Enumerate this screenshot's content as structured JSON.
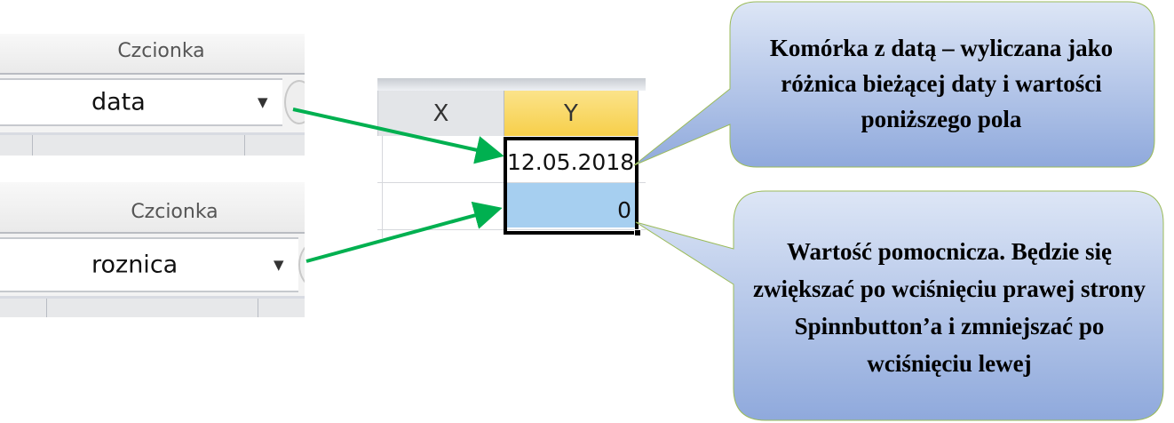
{
  "ribbon_top": {
    "group_label": "Czcionka",
    "field_value": "data"
  },
  "ribbon_bottom": {
    "group_label": "Czcionka",
    "field_value": "roznica"
  },
  "sheet": {
    "columns": [
      "X",
      "Y"
    ],
    "cells": {
      "Y1": "12.05.2018",
      "Y2": "0"
    }
  },
  "callouts": [
    {
      "text": "Komórka z datą – wyliczana jako różnica bieżącej daty i wartości poniższego pola"
    },
    {
      "text": "Wartość pomocnicza. Będzie się zwiększać po wciśnięciu prawej strony Spinnbutton’a i zmniejszać po wciśnięciu lewej"
    }
  ],
  "colors": {
    "arrow": "#00b050",
    "selected_header": "#f9d65a",
    "selected_fill": "#a6cff0",
    "callout_top": "#dde6f6",
    "callout_bottom": "#8fa9dc"
  }
}
